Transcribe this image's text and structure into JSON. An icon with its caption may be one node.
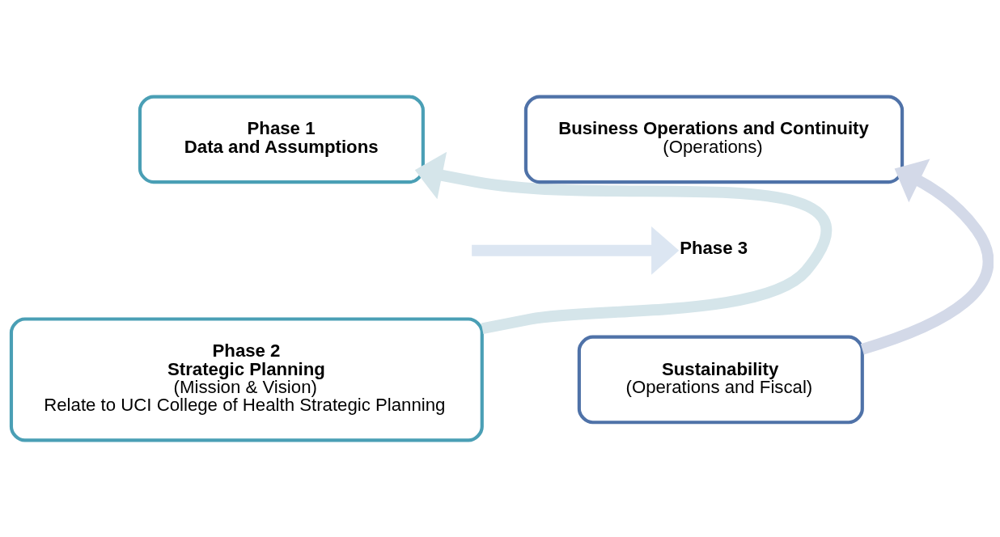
{
  "diagram": {
    "nodes": [
      {
        "text": [
          "Phase 1",
          "Data and Assumptions"
        ]
      },
      {
        "text": [
          "Phase 2",
          "Strategic Planning",
          "(Mission & Vision)",
          "Relate to UCI College of Health Strategic Planning"
        ]
      },
      {
        "text": [
          "Business Operations and Continuity",
          "(Operations)"
        ]
      },
      {
        "text": [
          "Phase 3"
        ]
      },
      {
        "text": [
          "Sustainability",
          "(Operations and Fiscal)"
        ]
      }
    ],
    "edges": [
      {
        "from": 1,
        "to": 0,
        "arrow": "to",
        "color": "#d5e5ea"
      },
      {
        "from": null,
        "to": 3,
        "arrow": "to",
        "color": "#dce6f2"
      },
      {
        "from": 4,
        "to": 2,
        "arrow": "to",
        "color": "#d3d9e8"
      }
    ]
  }
}
